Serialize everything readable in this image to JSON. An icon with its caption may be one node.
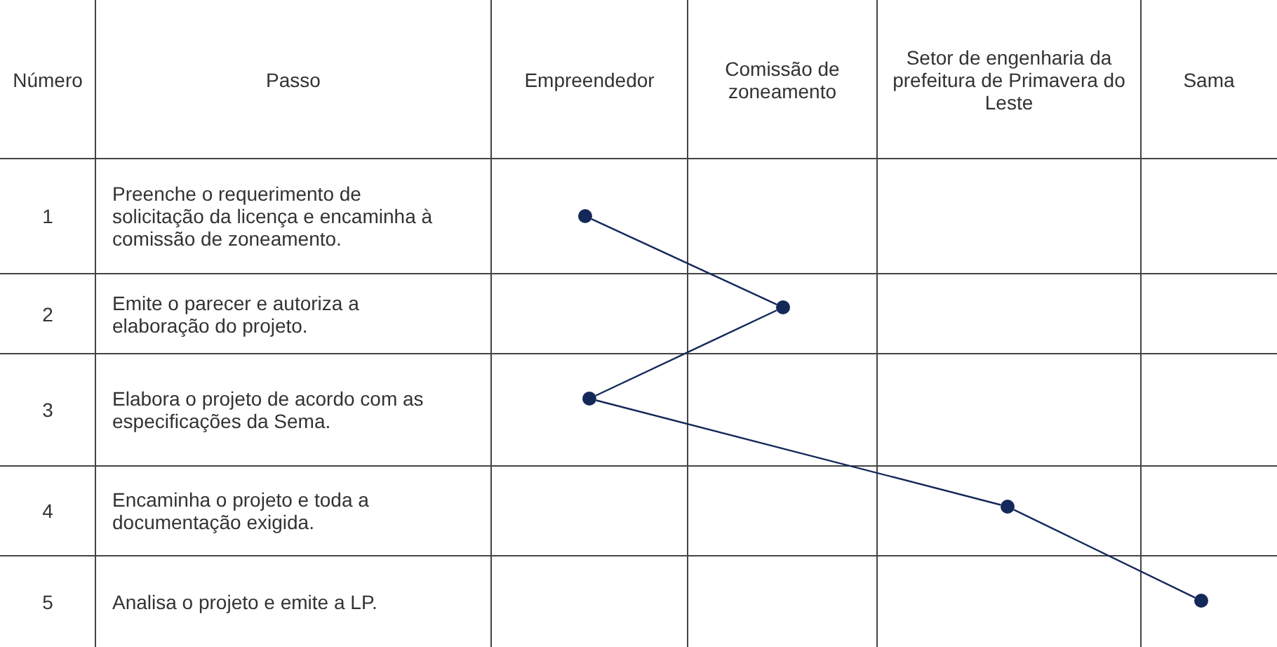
{
  "diagram": {
    "nodes": [
      {
        "text": [],
        "shape": "circle"
      },
      {
        "text": [],
        "shape": "circle"
      },
      {
        "text": [],
        "shape": "circle"
      },
      {
        "text": [],
        "shape": "circle"
      },
      {
        "text": [],
        "shape": "circle"
      }
    ],
    "edges": [
      {
        "from": 0,
        "to": 1,
        "arrow": "none"
      },
      {
        "from": 1,
        "to": 2,
        "arrow": "none"
      },
      {
        "from": 2,
        "to": 3,
        "arrow": "none"
      },
      {
        "from": 3,
        "to": 4,
        "arrow": "none"
      }
    ],
    "labels": [
      "Número",
      "Passo",
      "Empreendedor",
      "Comissão de zoneamento",
      "Setor de engenharia da prefeitura de Primavera do Leste",
      "Sama",
      "1",
      "Preenche o requerimento de solicitação da licença e encaminha à comissão de zoneamento.",
      "2",
      "Emite o parecer e autoriza a elaboração do projeto.",
      "3",
      "Elabora o projeto de acordo com as especificações da Sema.",
      "4",
      "Encaminha o projeto e toda a documentação exigida.",
      "5",
      "Analisa o projeto e emite a LP."
    ]
  }
}
